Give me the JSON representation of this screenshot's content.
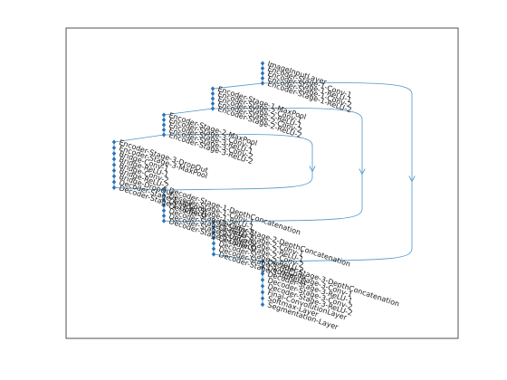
{
  "title": "",
  "colors": {
    "node": "#2a73b7",
    "edge": "#4f95c9",
    "axes": "#262626",
    "text": "#1a1a1a"
  },
  "columns": [
    {
      "id": "c0",
      "nodes": [
        "ImageInputLayer",
        "Encoder-Stage-1-Conv-1",
        "Encoder-Stage-1-ReLU-1",
        "Encoder-Stage-1-Conv-2",
        "Encoder-Stage-1-ReLU-2"
      ]
    },
    {
      "id": "c1",
      "nodes": [
        "Encoder-Stage-1-MaxPool",
        "Encoder-Stage-2-Conv-1",
        "Encoder-Stage-2-ReLU-1",
        "Encoder-Stage-2-Conv-2",
        "Encoder-Stage-2-ReLU-2"
      ]
    },
    {
      "id": "c2",
      "nodes": [
        "Encoder-Stage-2-MaxPool",
        "Encoder-Stage-3-Conv-1",
        "Encoder-Stage-3-ReLU-1",
        "Encoder-Stage-3-Conv-2",
        "Encoder-Stage-3-ReLU-2"
      ]
    },
    {
      "id": "c3",
      "nodes": [
        "Encoder-Stage-3-DropOut",
        "Encoder-Stage-3-MaxPool",
        "Bridge-Conv-1",
        "Bridge-ReLU-1",
        "Bridge-Conv-2",
        "Bridge-ReLU-2",
        "Bridge-DropOut",
        "Decoder-Stage-1-UpConv",
        "Decoder-Stage-1-UpReLU"
      ]
    },
    {
      "id": "c4",
      "nodes": [
        "Decoder-Stage-1-DepthConcatenation",
        "Decoder-Stage-1-Conv-1",
        "Decoder-Stage-1-ReLU-1",
        "Decoder-Stage-1-Conv-2",
        "Decoder-Stage-1-ReLU-2",
        "Decoder-Stage-2-UpConv",
        "Decoder-Stage-2-UpReLU"
      ]
    },
    {
      "id": "c5",
      "nodes": [
        "Decoder-Stage-2-DepthConcatenation",
        "Decoder-Stage-2-Conv-1",
        "Decoder-Stage-2-ReLU-1",
        "Decoder-Stage-2-Conv-2",
        "Decoder-Stage-2-ReLU-2",
        "Decoder-Stage-3-UpConv",
        "Decoder-Stage-3-UpReLU"
      ]
    },
    {
      "id": "c6",
      "nodes": [
        "Decoder-Stage-3-DepthConcatenation",
        "Decoder-Stage-3-Conv-1",
        "Decoder-Stage-3-ReLU-1",
        "Decoder-Stage-3-Conv-2",
        "Decoder-Stage-3-ReLU-2",
        "Final-ConvolutionLayer",
        "Softmax-Layer",
        "Segmentation-Layer"
      ]
    }
  ],
  "skip_connections": [
    {
      "from": "c2",
      "to": "c4",
      "via": "column"
    },
    {
      "from": "c1",
      "to": "c5",
      "via": "column"
    },
    {
      "from": "c0",
      "to": "c6",
      "via": "column"
    }
  ]
}
